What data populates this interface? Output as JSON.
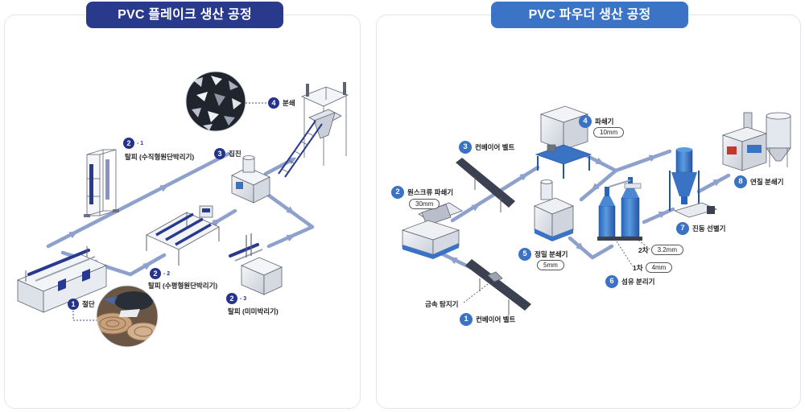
{
  "flake": {
    "title": "PVC 플레이크 생산 공정",
    "steps": {
      "cut": {
        "num": "1",
        "label": "절단"
      },
      "peel_vertical": {
        "num": "2",
        "sub": "- 1",
        "label": "탈피 (수직형원단박리기)"
      },
      "peel_horizontal": {
        "num": "2",
        "sub": "- 2",
        "label": "탈피 (수평형원단박리기)"
      },
      "peel_micro": {
        "num": "2",
        "sub": "- 3",
        "label": "탈피 (미미박리기)"
      },
      "dust": {
        "num": "3",
        "label": "집진"
      },
      "grind": {
        "num": "4",
        "label": "분쇄"
      }
    }
  },
  "powder": {
    "title": "PVC 파우더 생산 공정",
    "metal_detector": "금속 탐지기",
    "steps": {
      "conveyor1": {
        "num": "1",
        "label": "컨베이어 벨트"
      },
      "shredder": {
        "num": "2",
        "label": "원스크류 파쇄기",
        "size": "30mm"
      },
      "conveyor2": {
        "num": "3",
        "label": "컨베이어 벨트"
      },
      "crusher": {
        "num": "4",
        "label": "파쇄기",
        "size": "10mm"
      },
      "precision": {
        "num": "5",
        "label": "정밀 분쇄기",
        "size": "5mm"
      },
      "fiber": {
        "num": "6",
        "label": "섬유 분리기",
        "stage2": {
          "label": "2차",
          "size": "3.2mm"
        },
        "stage1": {
          "label": "1차",
          "size": "4mm"
        }
      },
      "screener": {
        "num": "7",
        "label": "진동 선별기"
      },
      "soft": {
        "num": "8",
        "label": "연질 분쇄기"
      }
    }
  },
  "colors": {
    "flake_accent": "#29398c",
    "powder_accent": "#3b74c6",
    "flow_arrow": "#8ea1cc"
  }
}
